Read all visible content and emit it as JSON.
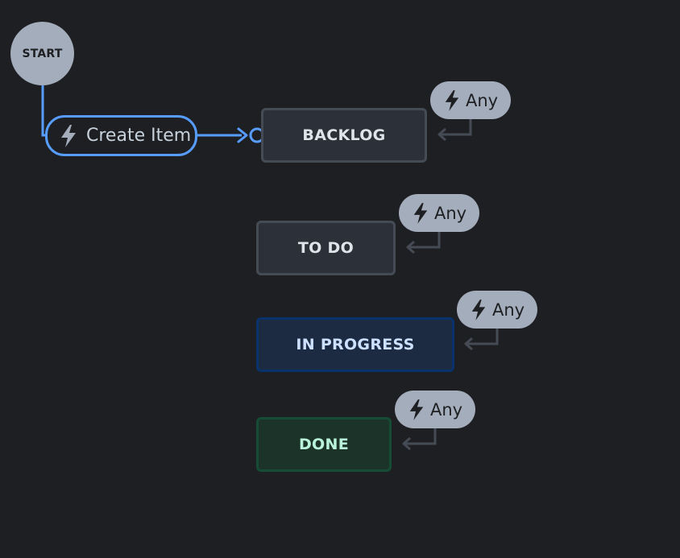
{
  "start": {
    "label": "START"
  },
  "create_transition": {
    "icon": "lightning-bolt-icon",
    "label": "Create Item"
  },
  "statuses": [
    {
      "id": "backlog",
      "label": "BACKLOG",
      "category": "neutral"
    },
    {
      "id": "todo",
      "label": "TO DO",
      "category": "neutral"
    },
    {
      "id": "inprogress",
      "label": "IN PROGRESS",
      "category": "inprogress"
    },
    {
      "id": "done",
      "label": "DONE",
      "category": "done"
    }
  ],
  "any_transitions": [
    {
      "icon": "lightning-bolt-icon",
      "label": "Any"
    },
    {
      "icon": "lightning-bolt-icon",
      "label": "Any"
    },
    {
      "icon": "lightning-bolt-icon",
      "label": "Any"
    },
    {
      "icon": "lightning-bolt-icon",
      "label": "Any"
    }
  ],
  "colors": {
    "background": "#1e1f22",
    "accent": "#579dff",
    "pill": "#a4adbb",
    "neutral_fill": "#2c3038",
    "neutral_border": "#454b55",
    "inprogress_fill": "#1c2b41",
    "inprogress_border": "#09326c",
    "done_fill": "#1c3329",
    "done_border": "#164b35",
    "loop_arrow": "#454b55"
  }
}
